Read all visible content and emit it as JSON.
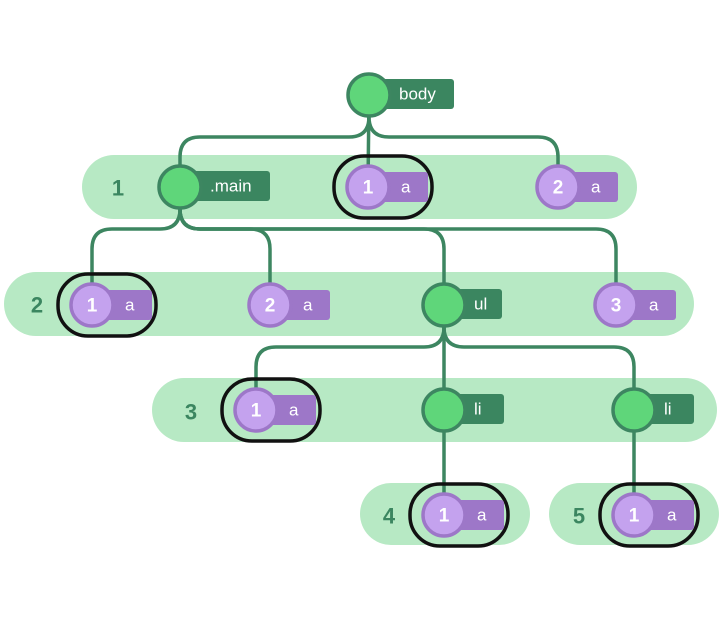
{
  "levels": [
    {
      "id": "L1",
      "label": "1"
    },
    {
      "id": "L2",
      "label": "2"
    },
    {
      "id": "L3",
      "label": "3"
    },
    {
      "id": "L4",
      "label": "4"
    },
    {
      "id": "L5",
      "label": "5"
    }
  ],
  "nodes": [
    {
      "id": "body",
      "kind": "element",
      "tag": "body"
    },
    {
      "id": "main",
      "kind": "element",
      "tag": ".main",
      "parent": "body",
      "level": "L1"
    },
    {
      "id": "a_r1_1",
      "kind": "anchor",
      "tag": "a",
      "index": "1",
      "parent": "body",
      "level": "L1",
      "highlighted": true
    },
    {
      "id": "a_r1_2",
      "kind": "anchor",
      "tag": "a",
      "index": "2",
      "parent": "body",
      "level": "L1",
      "highlighted": false
    },
    {
      "id": "a_r2_1",
      "kind": "anchor",
      "tag": "a",
      "index": "1",
      "parent": "main",
      "level": "L2",
      "highlighted": true
    },
    {
      "id": "a_r2_2",
      "kind": "anchor",
      "tag": "a",
      "index": "2",
      "parent": "main",
      "level": "L2",
      "highlighted": false
    },
    {
      "id": "ul",
      "kind": "element",
      "tag": "ul",
      "parent": "main",
      "level": "L2"
    },
    {
      "id": "a_r2_3",
      "kind": "anchor",
      "tag": "a",
      "index": "3",
      "parent": "main",
      "level": "L2",
      "highlighted": false
    },
    {
      "id": "a_r3_1",
      "kind": "anchor",
      "tag": "a",
      "index": "1",
      "parent": "ul",
      "level": "L3",
      "highlighted": true
    },
    {
      "id": "li_1",
      "kind": "element",
      "tag": "li",
      "parent": "ul",
      "level": "L3"
    },
    {
      "id": "li_2",
      "kind": "element",
      "tag": "li",
      "parent": "ul",
      "level": "L3"
    },
    {
      "id": "a_r4_1",
      "kind": "anchor",
      "tag": "a",
      "index": "1",
      "parent": "li_1",
      "level": "L4",
      "highlighted": true
    },
    {
      "id": "a_r5_1",
      "kind": "anchor",
      "tag": "a",
      "index": "1",
      "parent": "li_2",
      "level": "L5",
      "highlighted": true
    }
  ],
  "colors": {
    "band": "#b7e9c4",
    "element_circle": "#5fd67a",
    "element_tag": "#3b8660",
    "anchor_circle": "#c4a2ee",
    "anchor_tag": "#9d77c8",
    "edge": "#3d8661",
    "highlight_outline": "#111111",
    "level_number": "#3b8660",
    "text_on_tag": "#ffffff"
  }
}
